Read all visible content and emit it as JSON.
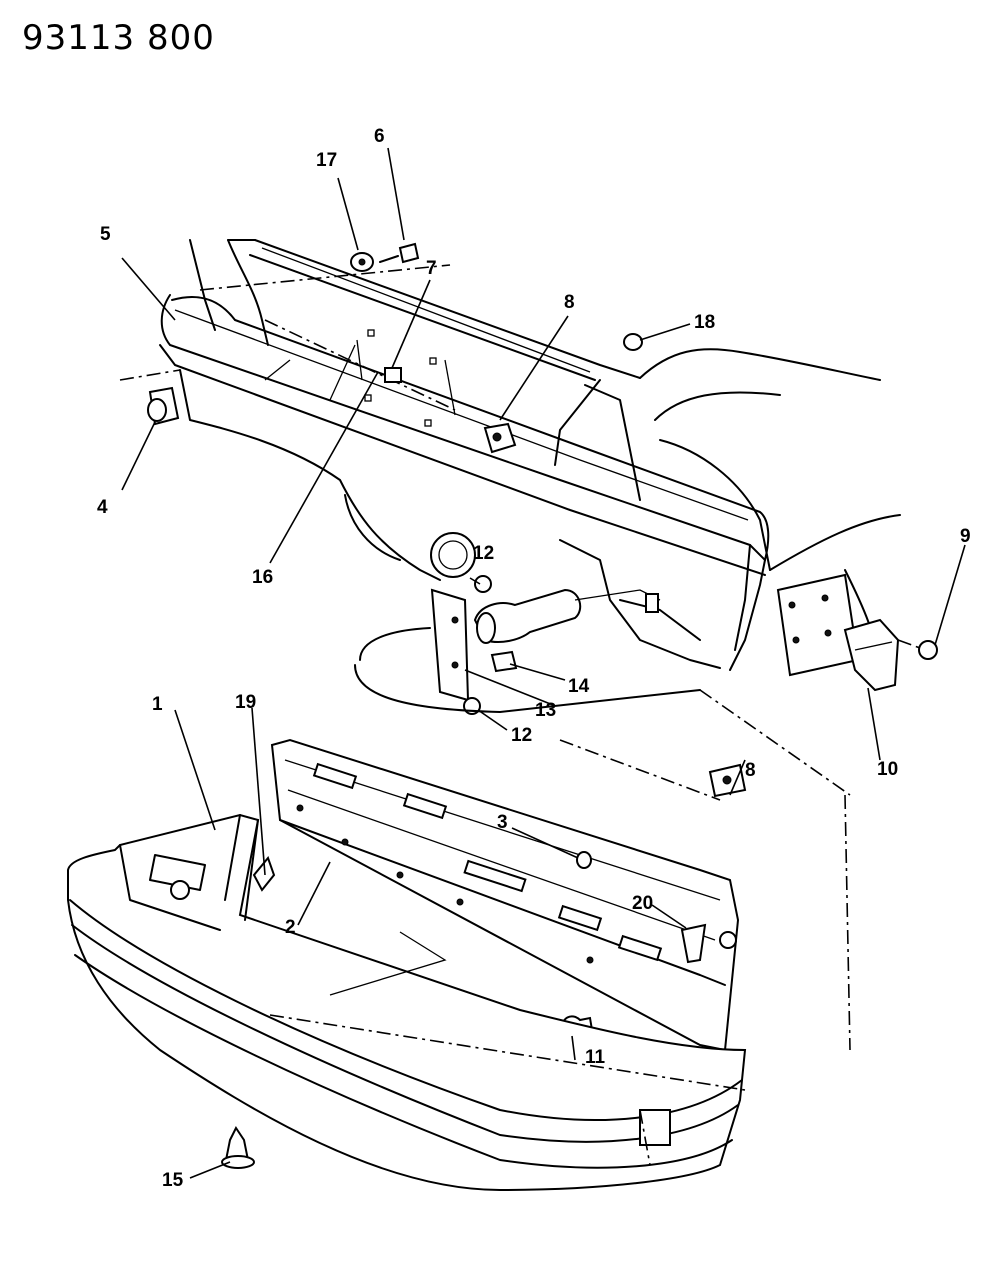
{
  "header": {
    "code": "93113  800"
  },
  "callouts": [
    {
      "id": "c1",
      "text": "1"
    },
    {
      "id": "c2",
      "text": "2"
    },
    {
      "id": "c3",
      "text": "3"
    },
    {
      "id": "c4",
      "text": "4"
    },
    {
      "id": "c5",
      "text": "5"
    },
    {
      "id": "c6",
      "text": "6"
    },
    {
      "id": "c7",
      "text": "7"
    },
    {
      "id": "c8a",
      "text": "8"
    },
    {
      "id": "c8b",
      "text": "8"
    },
    {
      "id": "c9",
      "text": "9"
    },
    {
      "id": "c10",
      "text": "10"
    },
    {
      "id": "c11",
      "text": "11"
    },
    {
      "id": "c12a",
      "text": "12"
    },
    {
      "id": "c12b",
      "text": "12"
    },
    {
      "id": "c13",
      "text": "13"
    },
    {
      "id": "c14",
      "text": "14"
    },
    {
      "id": "c15",
      "text": "15"
    },
    {
      "id": "c16",
      "text": "16"
    },
    {
      "id": "c17",
      "text": "17"
    },
    {
      "id": "c18",
      "text": "18"
    },
    {
      "id": "c19",
      "text": "19"
    },
    {
      "id": "c20",
      "text": "20"
    }
  ]
}
